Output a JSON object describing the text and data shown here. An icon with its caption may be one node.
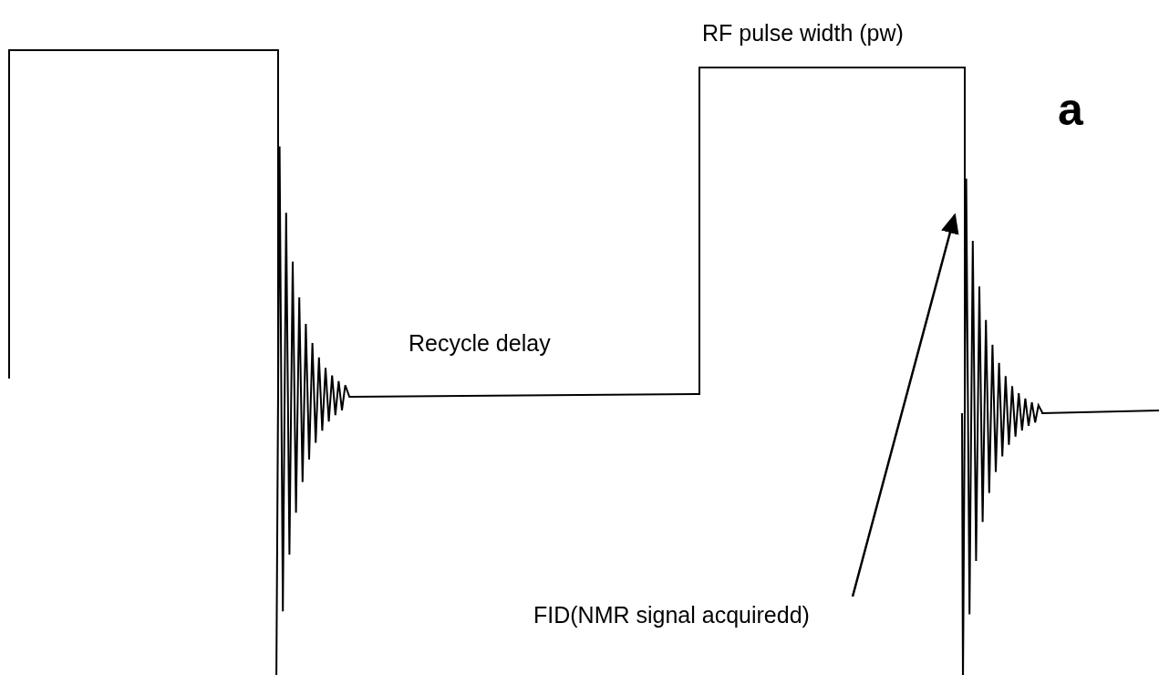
{
  "diagram": {
    "nodes": [
      {
        "text": [
          "FID(NMR signal acquiredd)"
        ]
      },
      {
        "text": [],
        "shape": "picture"
      }
    ],
    "edges": [
      {
        "from": 0,
        "to": 1,
        "arrow": "to"
      }
    ],
    "labels": [
      "RF pulse width (pw)",
      "a",
      "Recycle delay"
    ]
  }
}
